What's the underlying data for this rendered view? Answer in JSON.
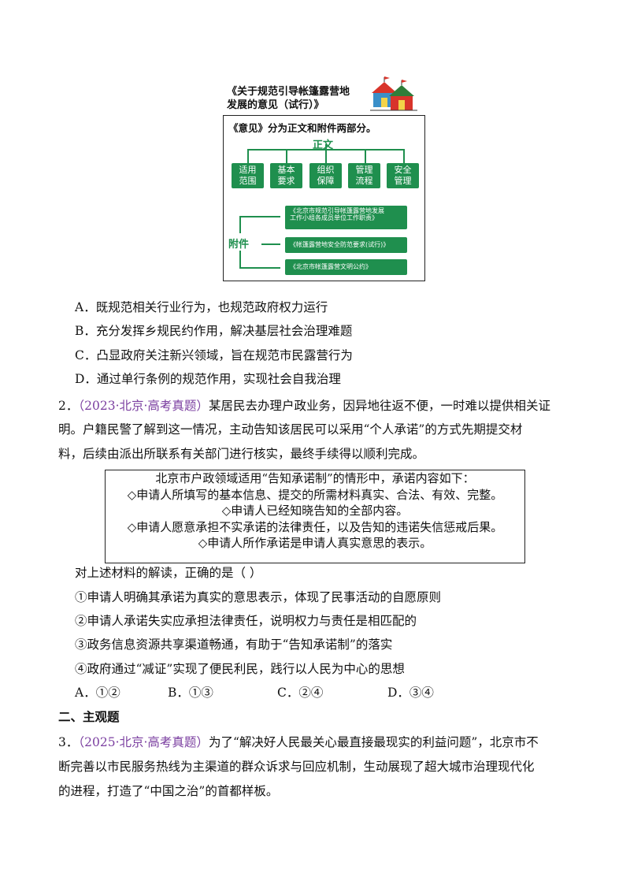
{
  "figure": {
    "title_line1": "《关于规范引导帐篷露营地",
    "title_line2": "发展的意见（试行）》",
    "intro": "《意见》分为正文和附件两部分。",
    "main_label": "正文",
    "sections": [
      {
        "l1": "适用",
        "l2": "范围"
      },
      {
        "l1": "基本",
        "l2": "要求"
      },
      {
        "l1": "组织",
        "l2": "保障"
      },
      {
        "l1": "管理",
        "l2": "流程"
      },
      {
        "l1": "安全",
        "l2": "管理"
      }
    ],
    "attach_label": "附件",
    "attachments": [
      {
        "l1": "《北京市规范引导帐篷露营地发展",
        "l2": "工作小组各成员单位工作职责》"
      },
      {
        "l1": "《帐篷露营地安全防范要求(试行)》",
        "l2": ""
      },
      {
        "l1": "《北京市帐篷露营文明公约》",
        "l2": ""
      }
    ],
    "accent": "#1f8f4e"
  },
  "q1_options": [
    "A．既规范相关行业行为，也规范政府权力运行",
    "B．充分发挥乡规民约作用，解决基层社会治理难题",
    "C．凸显政府关注新兴领域，旨在规范市民露营行为",
    "D．通过单行条例的规范作用，实现社会自我治理"
  ],
  "q2": {
    "number": "2．",
    "source": "（2023·北京·高考真题）",
    "text_line1": "某居民去办理户政业务，因异地往返不便，一时难以提供相关证",
    "text_line2": "明。户籍民警了解到这一情况，主动告知该居民可以采用“个人承诺”的方式先期提交材",
    "text_line3": "料，后续由派出所联系有关部门进行核实，最终手续得以顺利完成。",
    "box": [
      "北京市户政领域适用“告知承诺制”的情形中，承诺内容如下：",
      "◇申请人所填写的基本信息、提交的所需材料真实、合法、有效、完整。",
      "◇申请人已经知晓告知的全部内容。",
      "◇申请人愿意承担不实承诺的法律责任，以及告知的违诺失信惩戒后果。",
      "◇申请人所作承诺是申请人真实意思的表示。"
    ],
    "prompt": "对上述材料的解读，正确的是（    ）",
    "statements": [
      "①申请人明确其承诺为真实的意思表示，体现了民事活动的自愿原则",
      "②申请人承诺失实应承担法律责任，说明权力与责任是相匹配的",
      "③政务信息资源共享渠道畅通，有助于“告知承诺制”的落实",
      "④政府通过“减证”实现了便民利民，践行以人民为中心的思想"
    ],
    "choices": [
      "A．①②",
      "B．①③",
      "C．②④",
      "D．③④"
    ]
  },
  "section2": "二、主观题",
  "q3": {
    "number": "3．",
    "source": "（2025·北京·高考真题）",
    "text_line1": "为了“解决好人民最关心最直接最现实的利益问题”，北京市不",
    "text_line2": "断完善以市民服务热线为主渠道的群众诉求与回应机制，生动展现了超大城市治理现代化",
    "text_line3": "的进程，打造了“中国之治”的首都样板。"
  },
  "source_color": "#7b3fa0"
}
